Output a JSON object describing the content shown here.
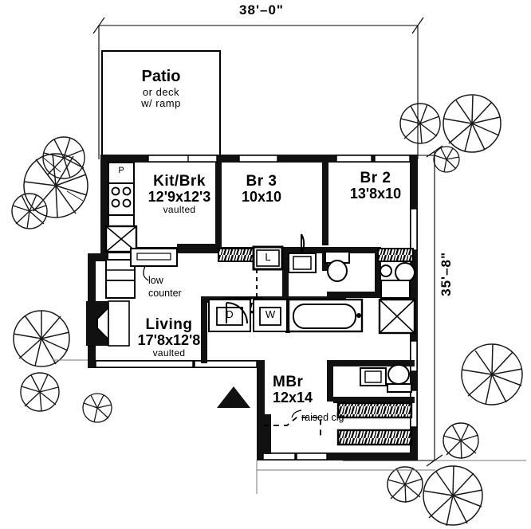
{
  "plan": {
    "title": "Residential Floor Plan",
    "background_color": "#ffffff",
    "line_color": "#000000",
    "wall_fill": "#111111"
  },
  "dimensions": {
    "top": {
      "label": "38'–0\"",
      "name": "overall-width"
    },
    "right": {
      "label": "35'–8\"",
      "name": "overall-depth"
    }
  },
  "rooms": [
    {
      "id": "patio",
      "name": "Patio",
      "sub1": "or  deck",
      "sub2": "w/ ramp",
      "dim": "",
      "ceiling": ""
    },
    {
      "id": "kitchen",
      "name": "Kit/Brk",
      "dim": "12'9x12'3",
      "ceiling": "vaulted"
    },
    {
      "id": "br3",
      "name": "Br  3",
      "dim": "10x10",
      "ceiling": ""
    },
    {
      "id": "br2",
      "name": "Br  2",
      "dim": "13'8x10",
      "ceiling": ""
    },
    {
      "id": "living",
      "name": "Living",
      "dim": "17'8x12'8",
      "ceiling": "vaulted"
    },
    {
      "id": "mbr",
      "name": "MBr",
      "dim": "12x14",
      "ceiling": ""
    }
  ],
  "annotations": [
    {
      "id": "low-counter-line1",
      "text": "low"
    },
    {
      "id": "low-counter-line2",
      "text": "counter"
    },
    {
      "id": "raised-clg",
      "text": "raised  clg"
    }
  ],
  "fixture_labels": {
    "pantry": "P",
    "dryer": "D",
    "washer": "W",
    "linen": "L"
  },
  "legend": {
    "tree_symbol": "tree-symbol",
    "entry_marker": "entry-triangle-marker"
  }
}
